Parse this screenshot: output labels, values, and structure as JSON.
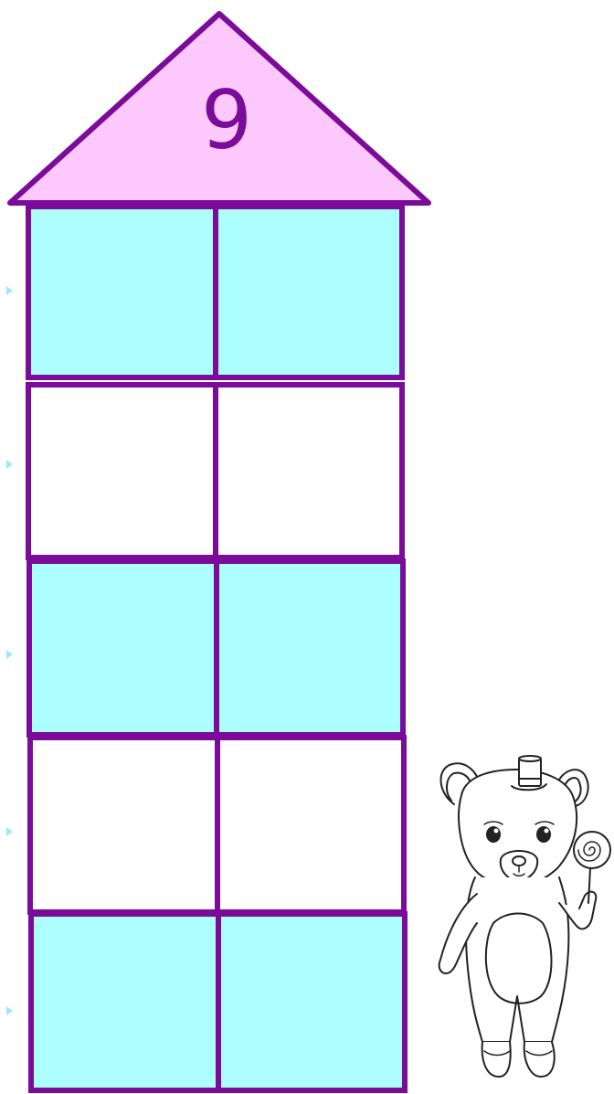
{
  "house": {
    "roof_number": "9",
    "roof_color": "#fdc8fb",
    "outline_color": "#7b0c9a",
    "number_color": "#7b0c9a",
    "row_fill_colors": [
      "#adfeff",
      "#ffffff",
      "#adfeff",
      "#ffffff",
      "#adfeff"
    ],
    "rows": 5,
    "columns": 2
  },
  "side_markers": {
    "color": "#9ee9f5",
    "count": 5
  },
  "illustration": {
    "icon": "teddy-bear-with-lollipop-and-top-hat-icon"
  }
}
